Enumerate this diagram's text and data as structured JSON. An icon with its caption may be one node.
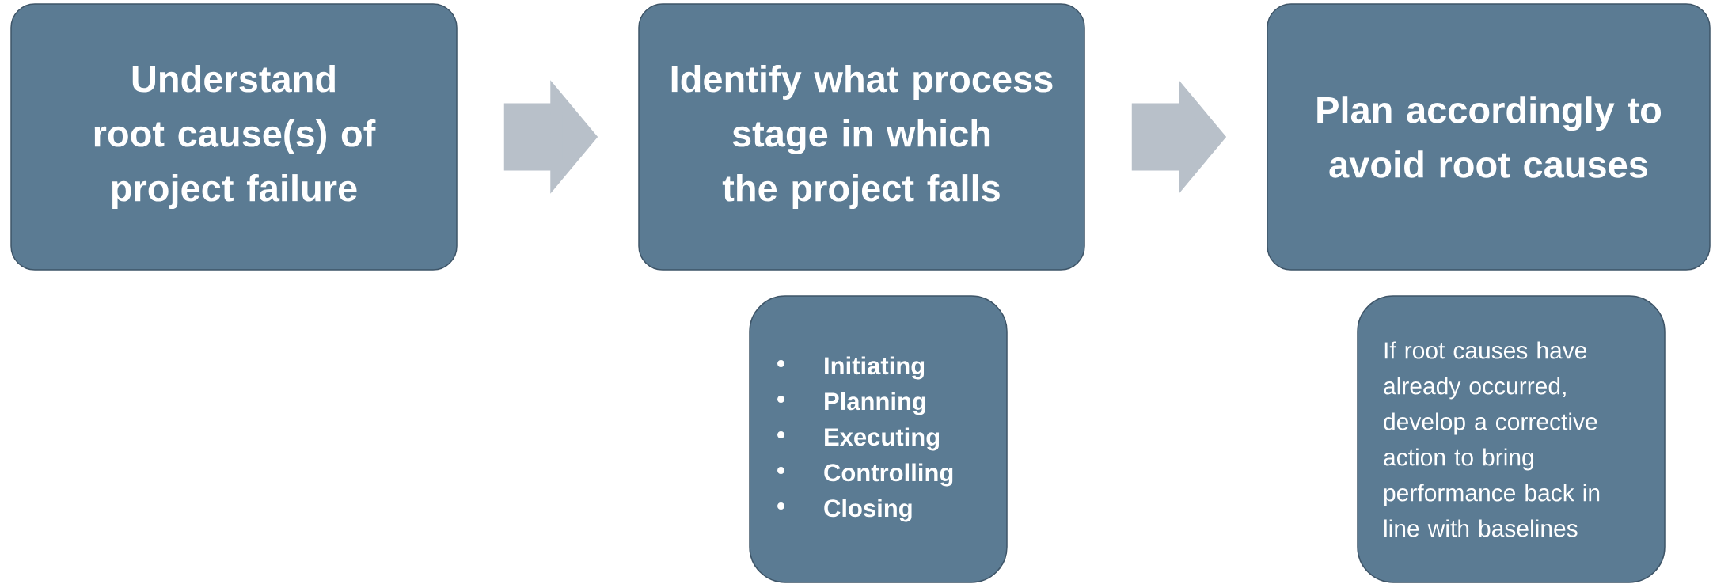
{
  "diagram": {
    "nodes": [
      {
        "text": [
          "Understand root cause(s) of project failure"
        ]
      },
      {
        "text": [
          "Identify what process stage in which the project falls"
        ]
      },
      {
        "text": [
          "Plan accordingly to avoid root causes"
        ]
      },
      {
        "text": [
          "Initiating",
          "Planning",
          "Executing",
          "Controlling",
          "Closing"
        ]
      },
      {
        "text": [
          "If root causes have already occurred, develop a corrective action to bring performance back in line with baselines"
        ]
      }
    ],
    "edges": [
      {
        "from": 0,
        "to": 1,
        "arrow": "to"
      },
      {
        "from": 1,
        "to": 2,
        "arrow": "to"
      }
    ]
  }
}
